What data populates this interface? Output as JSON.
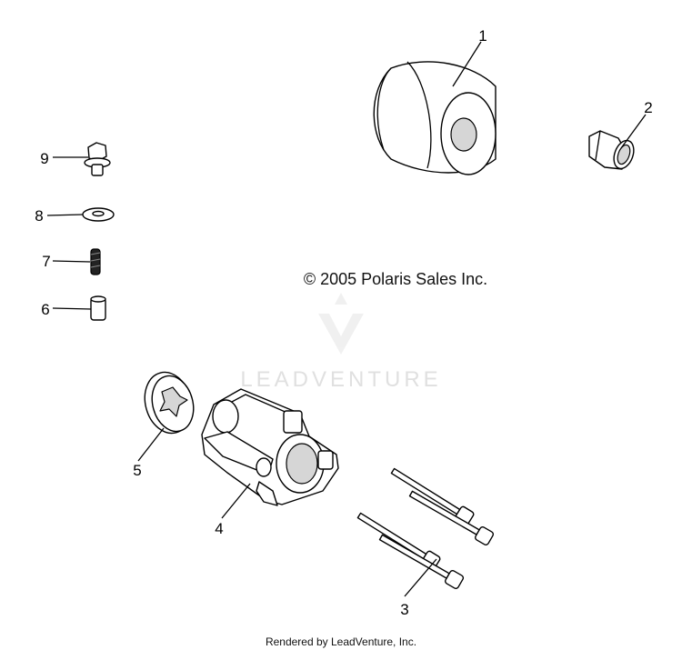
{
  "copyright": "© 2005 Polaris Sales Inc.",
  "watermark": "LEADVENTURE",
  "footer": "Rendered by LeadVenture, Inc.",
  "callouts": [
    "1",
    "2",
    "3",
    "4",
    "5",
    "6",
    "7",
    "8",
    "9"
  ],
  "parts": [
    {
      "callout": "1",
      "icon": "oil-filter-icon"
    },
    {
      "callout": "2",
      "icon": "fitting-icon"
    },
    {
      "callout": "3",
      "icon": "bolt-icon"
    },
    {
      "callout": "4",
      "icon": "pump-housing-icon"
    },
    {
      "callout": "5",
      "icon": "rotor-icon"
    },
    {
      "callout": "6",
      "icon": "dowel-pin-icon"
    },
    {
      "callout": "7",
      "icon": "screw-icon"
    },
    {
      "callout": "8",
      "icon": "washer-icon"
    },
    {
      "callout": "9",
      "icon": "flange-bolt-icon"
    }
  ]
}
